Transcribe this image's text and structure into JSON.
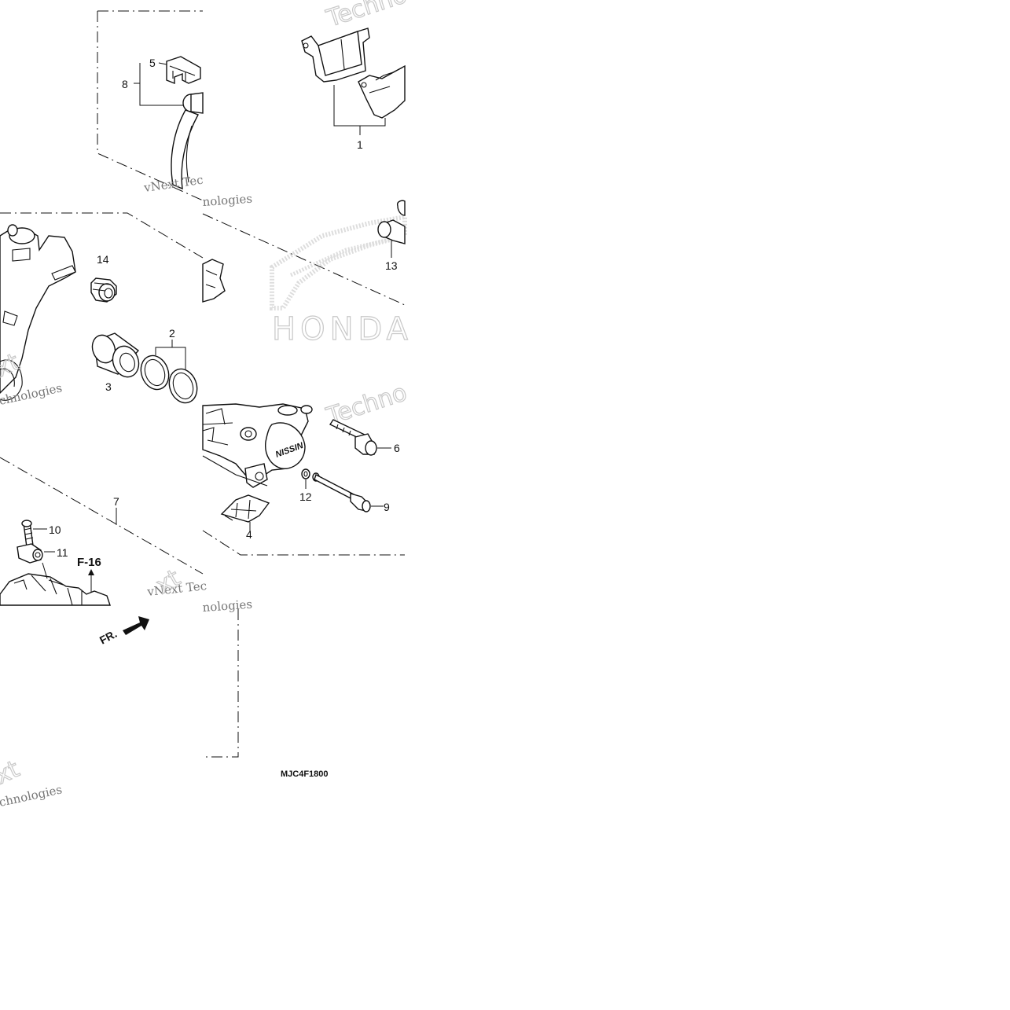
{
  "callouts": {
    "c1": "1",
    "c2": "2",
    "c3": "3",
    "c4": "4",
    "c5": "5",
    "c6": "6",
    "c7": "7",
    "c8": "8",
    "c9": "9",
    "c10": "10",
    "c11": "11",
    "c12": "12",
    "c13": "13",
    "c14": "14"
  },
  "ref_label": "F-16",
  "direction_label": "FR.",
  "caliper_mark": "NISSIN",
  "diagram_code": "MJC4F1800",
  "watermarks": {
    "vnext_tec": "vNext Tec",
    "nologies": "nologies",
    "vnext_technologies": "vNext Technologies",
    "technologies_cut": "chnologies",
    "techno": "Techno",
    "next": "xt",
    "honda": "HONDA"
  }
}
